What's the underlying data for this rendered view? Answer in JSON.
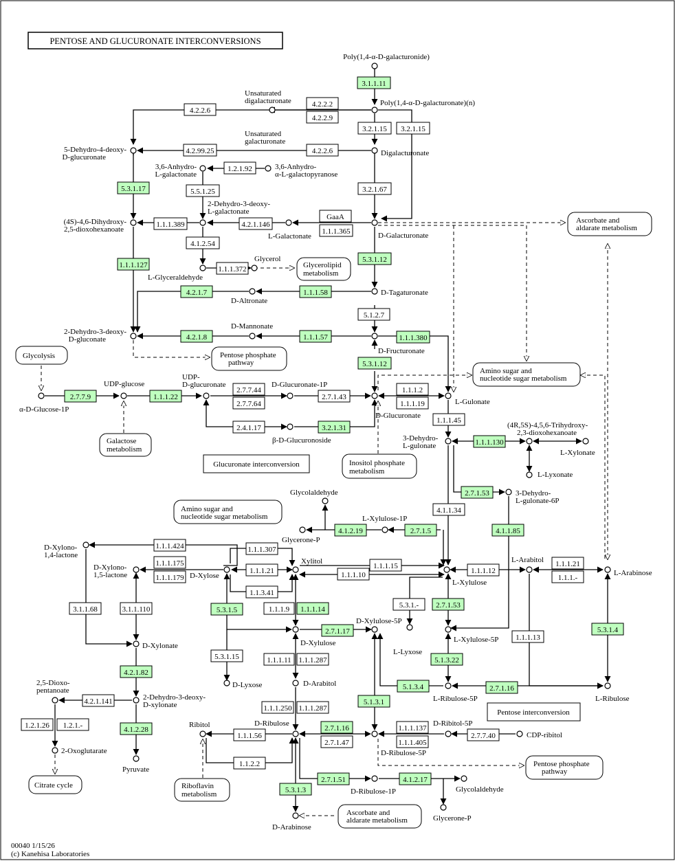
{
  "map": {
    "title": "PENTOSE AND GLUCURONATE INTERCONVERSIONS",
    "footer_id": "00040 1/15/26",
    "footer_copyright": "(c) Kanehisa Laboratories"
  },
  "compounds": {
    "polygalacturonide": "Poly(1,4-α-D-galacturonide)",
    "polygalacturonate_n": "Poly(1,4-α-D-galacturonate)(n)",
    "unsat_digal_1": "Unsaturated",
    "unsat_digal_2": "digalacturonate",
    "unsat_gal_1": "Unsaturated",
    "unsat_gal_2": "galacturonate",
    "digalacturonate": "Digalacturonate",
    "dehydro_deoxy_glucuronate_1": "5-Dehydro-4-deoxy-",
    "dehydro_deoxy_glucuronate_2": "D-glucuronate",
    "anhydro_galactonate_1": "3,6-Anhydro-",
    "anhydro_galactonate_2": "L-galactonate",
    "anhydro_galactopyranose_1": "3,6-Anhydro-",
    "anhydro_galactopyranose_2": "α-L-galactopyranose",
    "keto_deoxy_galactonate_1": "2-Dehydro-3-deoxy-",
    "keto_deoxy_galactonate_2": "L-galactonate",
    "dioxohexanoate_1": "(4S)-4,6-Dihydroxy-",
    "dioxohexanoate_2": "2,5-dioxohexanoate",
    "l_galactonate": "L-Galactonate",
    "d_galacturonate": "D-Galacturonate",
    "glycerol": "Glycerol",
    "l_glyceraldehyde": "L-Glyceraldehyde",
    "d_tagaturonate": "D-Tagaturonate",
    "d_altronate": "D-Altronate",
    "kdg_1": "2-Dehydro-3-deoxy-",
    "kdg_2": "D-gluconate",
    "d_mannonate": "D-Mannonate",
    "d_fructuronate": "D-Fructuronate",
    "udp_glucose": "UDP-glucose",
    "udp_glucuronate_1": "UDP-",
    "udp_glucuronate_2": "D-glucuronate",
    "glucuronate_1p": "D-Glucuronate-1P",
    "d_glucuronate": "D-Glucuronate",
    "l_gulonate": "L-Gulonate",
    "glucose_1p": "α-D-Glucose-1P",
    "b_glucuronoside": "β-D-Glucuronoside",
    "dehydro_gulonate_1": "3-Dehydro-",
    "dehydro_gulonate_2": "L-gulonate",
    "trihydroxy_1": "(4R,5S)-4,5,6-Trihydroxy-",
    "trihydroxy_2": "2,3-dioxohexanoate",
    "l_xylonate": "L-Xylonate",
    "l_lyxonate": "L-Lyxonate",
    "dehydro_gulonate_6p_1": "3-Dehydro-",
    "dehydro_gulonate_6p_2": "L-gulonate-6P",
    "glycolaldehyde": "Glycolaldehyde",
    "l_xylulose_1p": "L-Xylulose-1P",
    "glycerone_p": "Glycerone-P",
    "d_xylono_14_1": "D-Xylono-",
    "d_xylono_14_2": "1,4-lactone",
    "d_xylono_15_1": "D-Xylono-",
    "d_xylono_15_2": "1,5-lactone",
    "d_xylose": "D-Xylose",
    "xylitol": "Xylitol",
    "l_xylulose": "L-Xylulose",
    "l_arabitol": "L-Arabitol",
    "l_arabinose": "L-Arabinose",
    "d_xylulose_5p": "D-Xylulose-5P",
    "l_lyxose": "L-Lyxose",
    "l_xylulose_5p": "L-Xylulose-5P",
    "d_xylonate": "D-Xylonate",
    "d_xylulose": "D-Xylulose",
    "d_lyxose": "D-Lyxose",
    "d_arabitol": "D-Arabitol",
    "l_ribulose_5p": "L-Ribulose-5P",
    "l_ribulose": "L-Ribulose",
    "dioxopentanoate_1": "2,5-Dioxo-",
    "dioxopentanoate_2": "pentanoate",
    "dehydro_deoxy_xylonate_1": "2-Dehydro-3-deoxy-",
    "dehydro_deoxy_xylonate_2": "D-xylonate",
    "oxoglutarate": "2-Oxoglutarate",
    "pyruvate": "Pyruvate",
    "ribitol": "Ribitol",
    "d_ribulose": "D-Ribulose",
    "d_ribitol_5p": "D-Ribitol-5P",
    "cdp_ribitol": "CDP-ribitol",
    "d_ribulose_5p": "D-Ribulose-5P",
    "d_ribulose_1p": "D-Ribulose-1P",
    "glycolaldehyde_2": "Glycolaldehyde",
    "glycerone_p_2": "Glycerone-P",
    "d_arabinose": "D-Arabinose"
  },
  "pathways": {
    "ascorbate_1a": "Ascorbate and",
    "ascorbate_1b": "aldarate metabolism",
    "glycerolipid_a": "Glycerolipid",
    "glycerolipid_b": "metabolism",
    "glycolysis": "Glycolysis",
    "ppp_1a": "Pentose phosphate",
    "ppp_1b": "pathway",
    "amino_sugar_1a": "Amino sugar and",
    "amino_sugar_1b": "nucleotide sugar metabolism",
    "galactose_a": "Galactose",
    "galactose_b": "metabolism",
    "inositol_a": "Inositol phosphate",
    "inositol_b": "metabolism",
    "amino_sugar_2a": "Amino sugar and",
    "amino_sugar_2b": "nucleotide sugar metabolism",
    "citrate": "Citrate cycle",
    "riboflavin_a": "Riboflavin",
    "riboflavin_b": "metabolism",
    "ppp_2a": "Pentose phosphate",
    "ppp_2b": "pathway",
    "ascorbate_2a": "Ascorbate and",
    "ascorbate_2b": "aldarate metabolism"
  },
  "section_labels": {
    "glucuronate_interconversion": "Glucuronate interconversion",
    "pentose_interconversion": "Pentose interconversion"
  },
  "enzymes": {
    "e3_1_1_11": "3.1.1.11",
    "e4_2_2_2": "4.2.2.2",
    "e4_2_2_9": "4.2.2.9",
    "e4_2_2_6_top": "4.2.2.6",
    "e3_2_1_15_a": "3.2.1.15",
    "e3_2_1_15_b": "3.2.1.15",
    "e4_2_99_25": "4.2.99.25",
    "e4_2_2_6": "4.2.2.6",
    "e1_2_1_92": "1.2.1.92",
    "e5_3_1_17": "5.3.1.17",
    "e5_5_1_25": "5.5.1.25",
    "e3_2_1_67": "3.2.1.67",
    "e_gaaa": "GaaA",
    "e1_1_1_389": "1.1.1.389",
    "e4_2_1_146": "4.2.1.146",
    "e1_1_1_365": "1.1.1.365",
    "e4_1_2_54": "4.1.2.54",
    "e1_1_1_127": "1.1.1.127",
    "e1_1_1_372": "1.1.1.372",
    "e5_3_1_12_a": "5.3.1.12",
    "e4_2_1_7": "4.2.1.7",
    "e1_1_1_58": "1.1.1.58",
    "e5_1_2_7": "5.1.2.7",
    "e4_2_1_8": "4.2.1.8",
    "e1_1_1_57": "1.1.1.57",
    "e1_1_1_380": "1.1.1.380",
    "e5_3_1_12_b": "5.3.1.12",
    "e2_7_7_9": "2.7.7.9",
    "e1_1_1_22": "1.1.1.22",
    "e2_7_7_44": "2.7.7.44",
    "e2_7_7_64": "2.7.7.64",
    "e2_7_1_43": "2.7.1.43",
    "e1_1_1_2": "1.1.1.2",
    "e1_1_1_19": "1.1.1.19",
    "e2_4_1_17": "2.4.1.17",
    "e3_2_1_31": "3.2.1.31",
    "e1_1_1_45": "1.1.1.45",
    "e1_1_1_130": "1.1.1.130",
    "e2_7_1_53_a": "2.7.1.53",
    "e4_1_1_34": "4.1.1.34",
    "e4_1_1_85": "4.1.1.85",
    "e4_1_2_19": "4.1.2.19",
    "e2_7_1_5": "2.7.1.5",
    "e1_1_1_424": "1.1.1.424",
    "e1_1_1_307": "1.1.1.307",
    "e1_1_1_175": "1.1.1.175",
    "e1_1_1_179": "1.1.1.179",
    "e1_1_1_21": "1.1.1.21",
    "e1_1_1_15": "1.1.1.15",
    "e1_1_1_10": "1.1.1.10",
    "e1_1_1_12": "1.1.1.12",
    "e1_1_1_21_b": "1.1.1.21",
    "e1_1_1_dash": "1.1.1.-",
    "e1_1_3_41": "1.1.3.41",
    "e3_1_1_68": "3.1.1.68",
    "e3_1_1_110": "3.1.1.110",
    "e5_3_1_5": "5.3.1.5",
    "e1_1_1_9": "1.1.1.9",
    "e1_1_1_14": "1.1.1.14",
    "e5_3_1_dash": "5.3.1.-",
    "e2_7_1_53_b": "2.7.1.53",
    "e2_7_1_17": "2.7.1.17",
    "e5_3_1_4": "5.3.1.4",
    "e1_1_1_13": "1.1.1.13",
    "e5_3_1_15": "5.3.1.15",
    "e1_1_1_11": "1.1.1.11",
    "e1_1_1_287_a": "1.1.1.287",
    "e4_2_1_82": "4.2.1.82",
    "e5_1_3_22": "5.1.3.22",
    "e5_1_3_4": "5.1.3.4",
    "e2_7_1_16": "2.7.1.16",
    "e4_2_1_141": "4.2.1.141",
    "e5_1_3_1": "5.1.3.1",
    "e1_1_1_250": "1.1.1.250",
    "e1_1_1_287_b": "1.1.1.287",
    "e1_2_1_26": "1.2.1.26",
    "e1_2_1_dash": "1.2.1.-",
    "e4_1_2_28": "4.1.2.28",
    "e1_1_1_56": "1.1.1.56",
    "e2_7_1_16_b": "2.7.1.16",
    "e2_7_1_47": "2.7.1.47",
    "e1_1_1_137": "1.1.1.137",
    "e1_1_1_405": "1.1.1.405",
    "e2_7_7_40": "2.7.7.40",
    "e1_1_2_2": "1.1.2.2",
    "e2_7_1_51": "2.7.1.51",
    "e4_1_2_17": "4.1.2.17",
    "e5_3_1_3": "5.3.1.3"
  },
  "colors": {
    "enzyme_present": "#bfffbf",
    "enzyme_absent": "#ffffff",
    "line": "#000000"
  }
}
